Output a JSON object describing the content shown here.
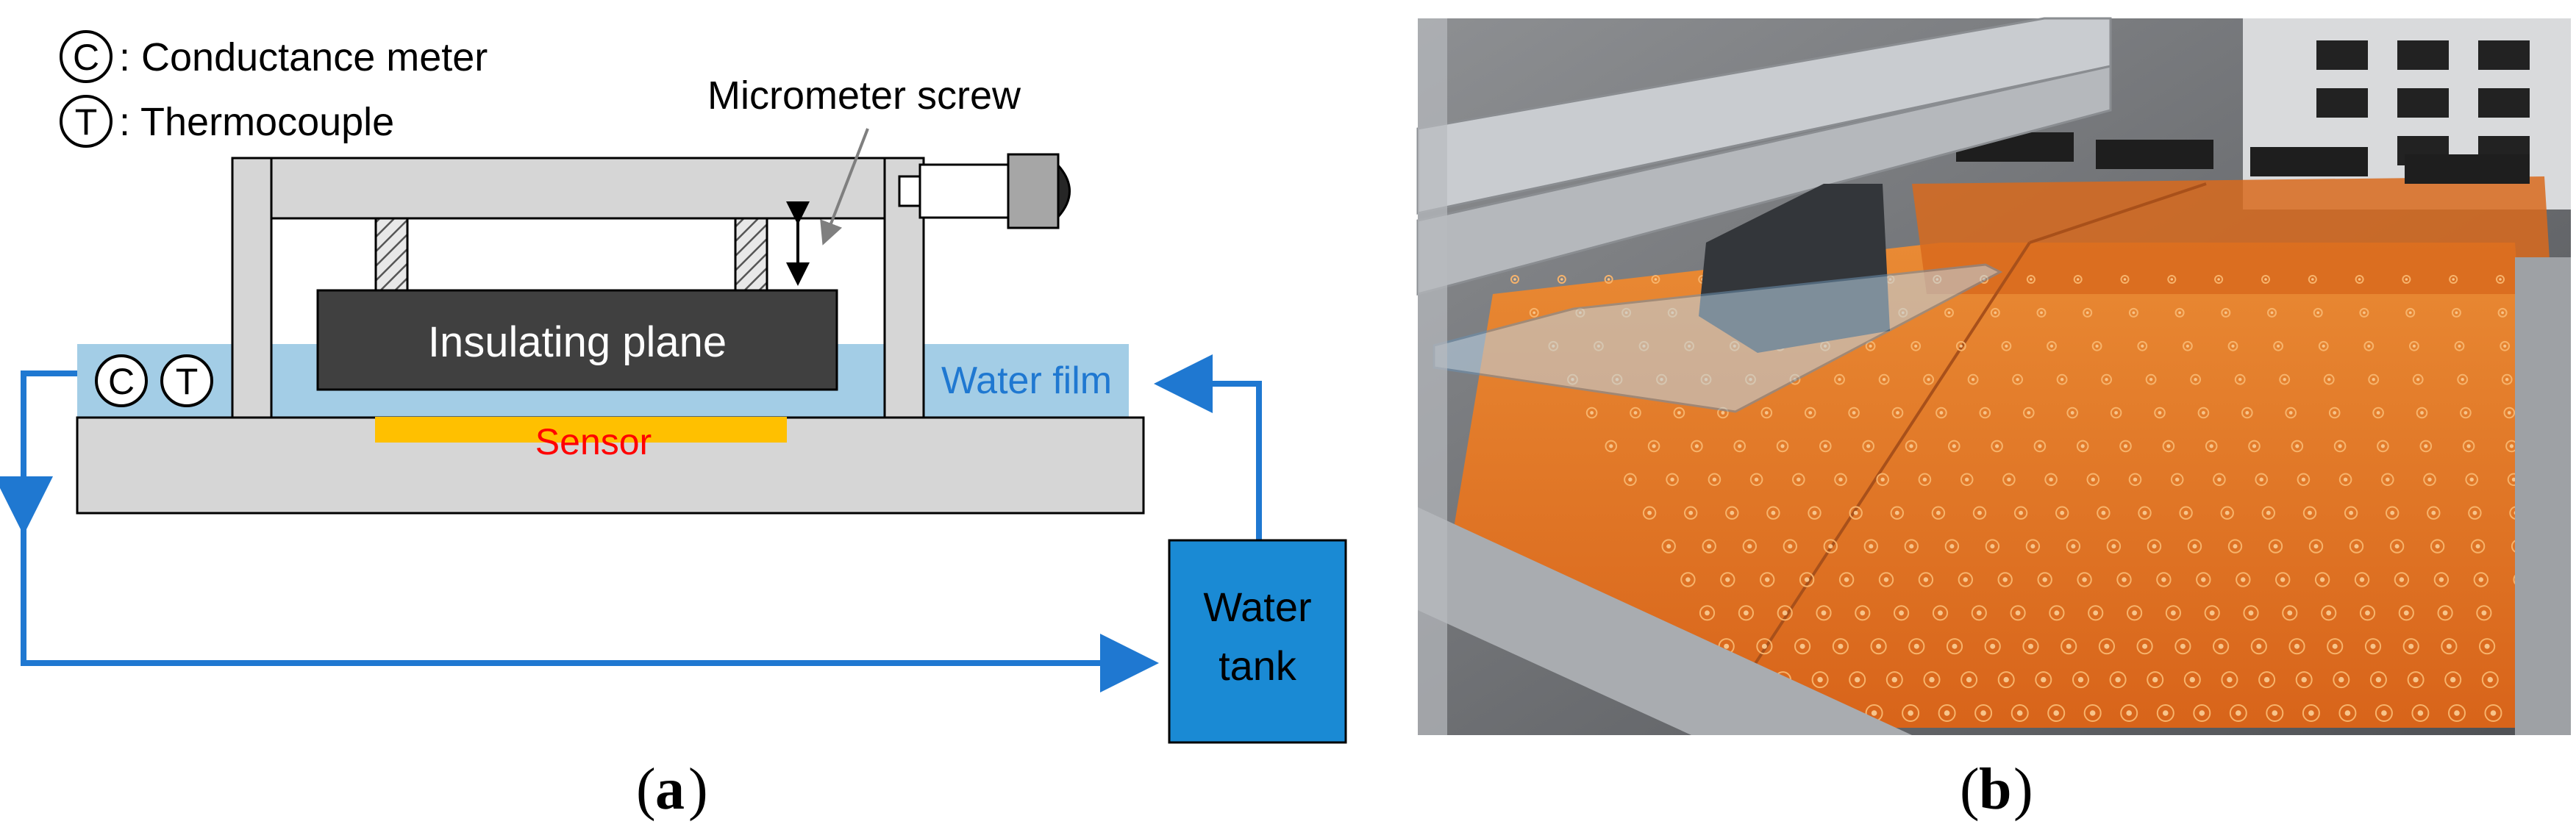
{
  "panel_a": {
    "legend": [
      {
        "symbol": "C",
        "text": ": Conductance meter"
      },
      {
        "symbol": "T",
        "text": ": Thermocouple"
      }
    ],
    "labels": {
      "micrometer": "Micrometer screw",
      "insulating_plane": "Insulating plane",
      "sensor": "Sensor",
      "water_film": "Water film",
      "water_tank_line1": "Water",
      "water_tank_line2": "tank",
      "meter_symbol": "C",
      "thermo_symbol": "T"
    },
    "colors": {
      "frame": "#d6d6d6",
      "water": "#a3cde6",
      "plane": "#404040",
      "sensor": "#ffc000",
      "sensor_text": "#ff0000",
      "flow": "#1f78d1",
      "tank": "#1a8ad4",
      "water_film_text": "#1f78d1"
    },
    "caption": "a"
  },
  "panel_b": {
    "caption": "b",
    "colors": {
      "board": "#e0731f",
      "board_dark": "#b04f10",
      "dot": "#f7b36b",
      "rail": "#c9ccd0",
      "background": "#6d6f72"
    }
  }
}
